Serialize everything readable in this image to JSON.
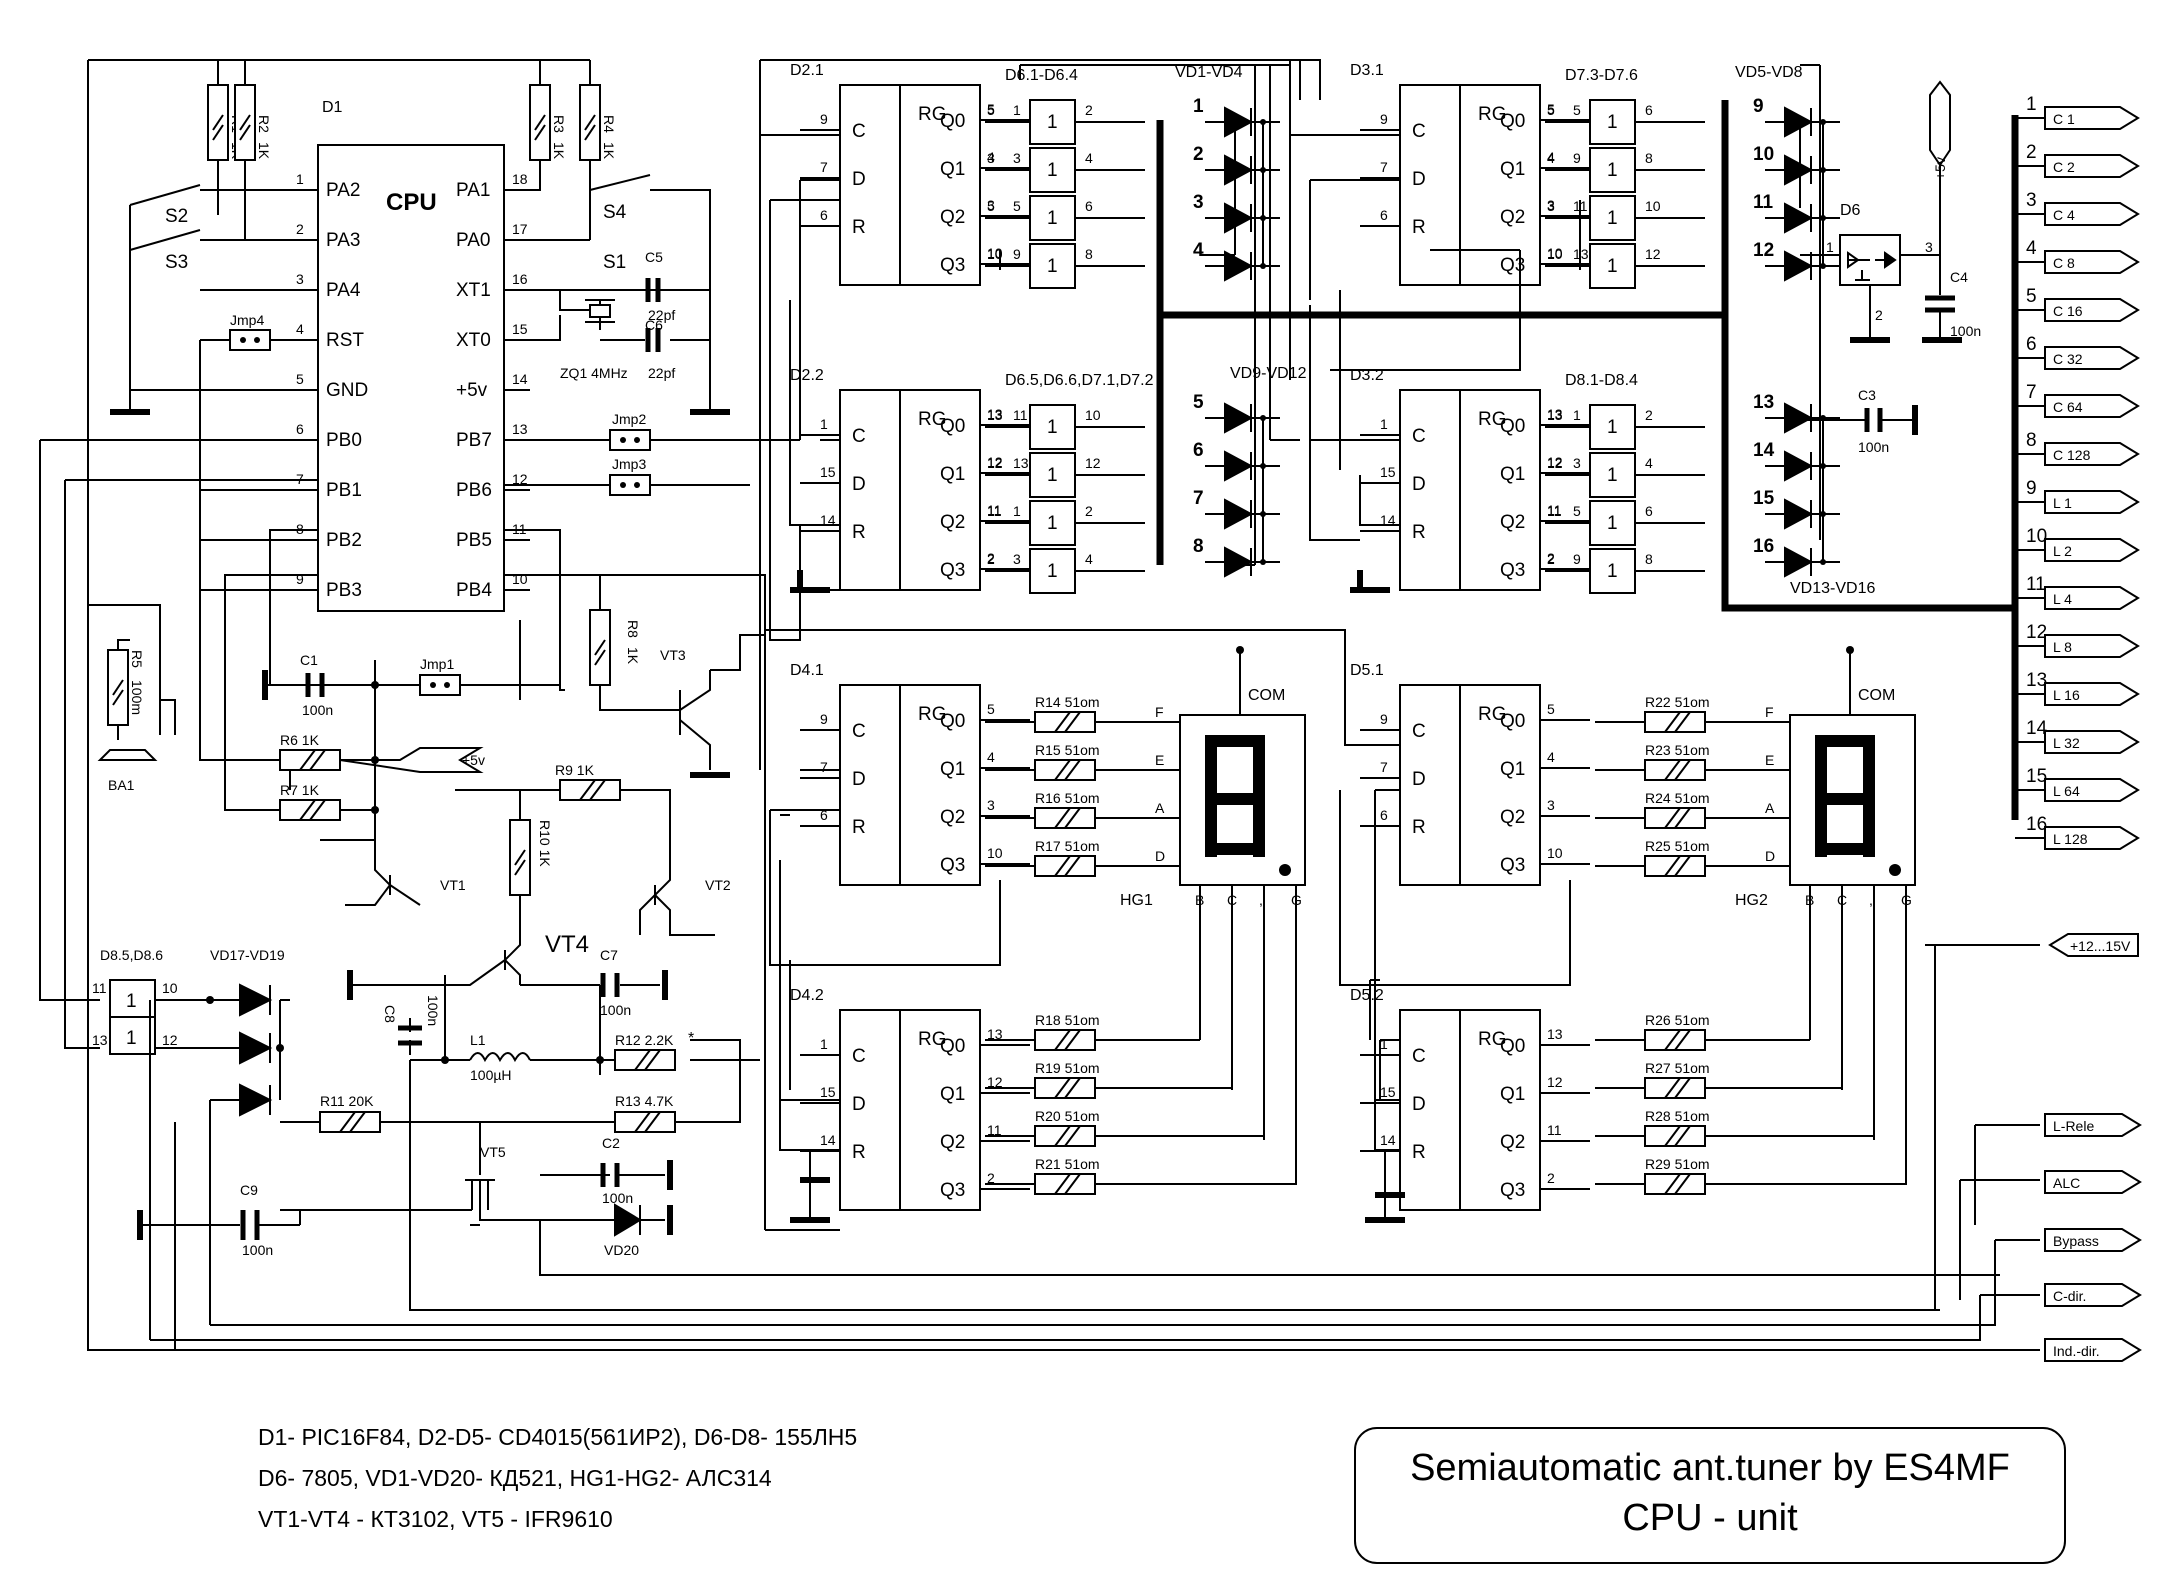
{
  "title": {
    "line1": "Semiautomatic ant.tuner by ES4MF",
    "line2": "CPU -  unit"
  },
  "notes": [
    "D1- PIC16F84,  D2-D5- CD4015(561ИР2),  D6-D8- 155ЛН5",
    "D6- 7805,  VD1-VD20- КД521,  HG1-HG2-  АЛС314",
    "VT1-VT4 -  КТ3102, VT5 - IFR9610"
  ],
  "cpu": {
    "ref": "D1",
    "name": "CPU",
    "left_pins": [
      {
        "num": "1",
        "name": "PA2"
      },
      {
        "num": "2",
        "name": "PA3"
      },
      {
        "num": "3",
        "name": "PA4"
      },
      {
        "num": "4",
        "name": "RST"
      },
      {
        "num": "5",
        "name": "GND"
      },
      {
        "num": "6",
        "name": "PB0"
      },
      {
        "num": "7",
        "name": "PB1"
      },
      {
        "num": "8",
        "name": "PB2"
      },
      {
        "num": "9",
        "name": "PB3"
      }
    ],
    "right_pins": [
      {
        "num": "18",
        "name": "PA1"
      },
      {
        "num": "17",
        "name": "PA0"
      },
      {
        "num": "16",
        "name": "XT1"
      },
      {
        "num": "15",
        "name": "XT0"
      },
      {
        "num": "14",
        "name": "+5v"
      },
      {
        "num": "13",
        "name": "PB7"
      },
      {
        "num": "12",
        "name": "PB6"
      },
      {
        "num": "11",
        "name": "PB5"
      },
      {
        "num": "10",
        "name": "PB4"
      }
    ]
  },
  "registers": [
    {
      "ref": "D2.1",
      "pins": [
        "9",
        "7",
        "6"
      ],
      "outs": [
        "5",
        "4",
        "3",
        "10"
      ]
    },
    {
      "ref": "D2.2",
      "pins": [
        "1",
        "15",
        "14"
      ],
      "outs": [
        "13",
        "12",
        "11",
        "2"
      ]
    },
    {
      "ref": "D3.1",
      "pins": [
        "9",
        "7",
        "6"
      ],
      "outs": [
        "5",
        "4",
        "3",
        "10"
      ]
    },
    {
      "ref": "D3.2",
      "pins": [
        "1",
        "15",
        "14"
      ],
      "outs": [
        "13",
        "12",
        "11",
        "2"
      ]
    },
    {
      "ref": "D4.1",
      "pins": [
        "9",
        "7",
        "6"
      ],
      "outs": [
        "5",
        "4",
        "3",
        "10"
      ]
    },
    {
      "ref": "D4.2",
      "pins": [
        "1",
        "15",
        "14"
      ],
      "outs": [
        "13",
        "12",
        "11",
        "2"
      ]
    },
    {
      "ref": "D5.1",
      "pins": [
        "9",
        "7",
        "6"
      ],
      "outs": [
        "5",
        "4",
        "3",
        "10"
      ]
    },
    {
      "ref": "D5.2",
      "pins": [
        "1",
        "15",
        "14"
      ],
      "outs": [
        "13",
        "12",
        "11",
        "2"
      ]
    }
  ],
  "reg_labels": {
    "rg": "RG",
    "c": "C",
    "d": "D",
    "r": "R",
    "q": [
      "Q0",
      "Q1",
      "Q2",
      "Q3"
    ]
  },
  "buffers": [
    {
      "ref": "D6.1-D6.4",
      "pins": [
        [
          "5",
          "1",
          "2"
        ],
        [
          "3",
          "3",
          "4"
        ],
        [
          "5",
          "5",
          "6"
        ],
        [
          "10",
          "9",
          "8"
        ]
      ]
    },
    {
      "ref": "D6.5,D6.6,D7.1,D7.2",
      "pins": [
        [
          "13",
          "11",
          "10"
        ],
        [
          "12",
          "13",
          "12"
        ],
        [
          "11",
          "1",
          "2"
        ],
        [
          "2",
          "3",
          "4"
        ]
      ]
    },
    {
      "ref": "D7.3-D7.6",
      "pins": [
        [
          "5",
          "5",
          "6"
        ],
        [
          "4",
          "9",
          "8"
        ],
        [
          "3",
          "11",
          "10"
        ],
        [
          "10",
          "13",
          "12"
        ]
      ]
    },
    {
      "ref": "D8.1-D8.4",
      "pins": [
        [
          "13",
          "1",
          "2"
        ],
        [
          "12",
          "3",
          "4"
        ],
        [
          "11",
          "5",
          "6"
        ],
        [
          "2",
          "9",
          "8"
        ]
      ]
    }
  ],
  "buffer_glyph": "1",
  "diode_groups": [
    {
      "ref": "VD1-VD4",
      "nums": [
        "1",
        "2",
        "3",
        "4"
      ]
    },
    {
      "ref": "VD9-VD12",
      "nums": [
        "5",
        "6",
        "7",
        "8"
      ]
    },
    {
      "ref": "VD5-VD8",
      "nums": [
        "9",
        "10",
        "11",
        "12"
      ]
    },
    {
      "ref": "VD13-VD16",
      "nums": [
        "13",
        "14",
        "15",
        "16"
      ]
    }
  ],
  "connector": {
    "pins": [
      "1",
      "2",
      "3",
      "4",
      "5",
      "6",
      "7",
      "8",
      "9",
      "10",
      "11",
      "12",
      "13",
      "14",
      "15",
      "16"
    ],
    "labels": [
      "C 1",
      "C 2",
      "C 4",
      "C 8",
      "C 16",
      "C 32",
      "C 64",
      "C 128",
      "L 1",
      "L 2",
      "L 4",
      "L 8",
      "L 16",
      "L 32",
      "L 64",
      "L 128"
    ],
    "aux": [
      "+12...15V",
      "L-Rele",
      "ALC",
      "Bypass",
      "C-dir.",
      "Ind.-dir."
    ]
  },
  "displays": [
    {
      "ref": "HG1",
      "com": "COM",
      "seg_in": [
        "F",
        "E",
        "A",
        "D"
      ],
      "seg_bottom": [
        "B",
        "C",
        ",",
        "G"
      ],
      "resistors_top": [
        "R14 51om",
        "R15 51om",
        "R16 51om",
        "R17 51om"
      ],
      "resistors_bottom": [
        "R18 51om",
        "R19 51om",
        "R20 51om",
        "R21 51om"
      ]
    },
    {
      "ref": "HG2",
      "com": "COM",
      "seg_in": [
        "F",
        "E",
        "A",
        "D"
      ],
      "seg_bottom": [
        "B",
        "C",
        ",",
        "G"
      ],
      "resistors_top": [
        "R22 51om",
        "R23 51om",
        "R24 51om",
        "R25 51om"
      ],
      "resistors_bottom": [
        "R26 51om",
        "R27 51om",
        "R28 51om",
        "R29 51om"
      ]
    }
  ],
  "labels": {
    "r1": "R1",
    "r1v": "1K",
    "r2": "R2",
    "r2v": "1K",
    "r3": "R3",
    "r3v": "1K",
    "r4": "R4",
    "r4v": "1K",
    "r5": "R5",
    "r5v": "100m",
    "r6": "R6   1K",
    "r7": "R7   1K",
    "r8": "R8",
    "r8v": "1K",
    "r9": "R9    1K",
    "r10": "R10  1K",
    "r11": "R11 20K",
    "r12": "R12 2.2K",
    "r12star": "*",
    "r13": "R13 4.7K",
    "c1": "C1",
    "c1v": "100n",
    "c2": "C2",
    "c2v": "100n",
    "c3": "C3",
    "c3v": "100n",
    "c4": "C4",
    "c4v": "100n",
    "c5": "C5",
    "c5v": "22pf",
    "c6": "C6",
    "c6v": "22pf",
    "c7": "C7",
    "c7v": "100n",
    "c8": "C8",
    "c8v": "100n",
    "c9": "C9",
    "c9v": "100n",
    "s1": "S1",
    "s2": "S2",
    "s3": "S3",
    "s4": "S4",
    "zq1": "ZQ1 4MHz",
    "ba1": "BA1",
    "jmp1": "Jmp1",
    "jmp2": "Jmp2",
    "jmp3": "Jmp3",
    "jmp4": "Jmp4",
    "vt1": "VT1",
    "vt2": "VT2",
    "vt3": "VT3",
    "vt4": "VT4",
    "vt5": "VT5",
    "l1": "L1",
    "l1v": "100µH",
    "d6": "D6",
    "d6p1": "1",
    "d6p2": "2",
    "d6p3": "3",
    "p5v": "+5v",
    "p5v_rail": "+5v",
    "d85": "D8.5,D8.6",
    "vd17": "VD17-VD19",
    "vd20": "VD20",
    "d85p": [
      "11",
      "10",
      "13",
      "12"
    ]
  },
  "colors": {
    "ink": "#000000",
    "paper": "#ffffff"
  }
}
